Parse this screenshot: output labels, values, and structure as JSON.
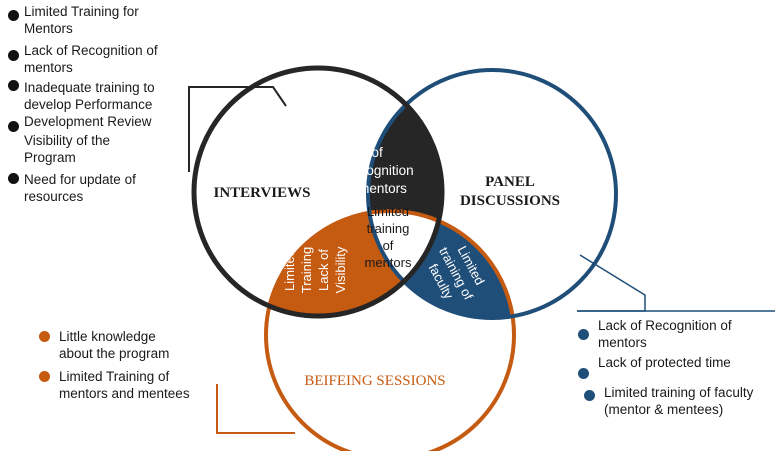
{
  "colors": {
    "interviews": "#262626",
    "panel": "#1f4e79",
    "briefing": "#c55a11",
    "text": "#1a1a1a",
    "white": "#ffffff"
  },
  "circles": {
    "interviews": {
      "label": "INTERVIEWS"
    },
    "panel": {
      "label_line1": "PANEL",
      "label_line2": "DISCUSSIONS"
    },
    "briefing": {
      "label": "BEIFEING SESSIONS"
    }
  },
  "overlaps": {
    "interviews_panel": {
      "line1": "Lack of",
      "line2": "Recognition",
      "line3": "of mentors"
    },
    "center": {
      "line1": "Limited",
      "line2": "training",
      "line3": "of",
      "line4": "mentors"
    },
    "interviews_briefing": {
      "line1": "Limited",
      "line2": "Training",
      "line3": "Lack of",
      "line4": "Visibility"
    },
    "panel_briefing": {
      "line1": "Limited",
      "line2": "training of",
      "line3": "faculty"
    }
  },
  "interviews_list": [
    "Limited Training for\nMentors",
    "Lack of Recognition of\nmentors",
    "Inadequate training to\ndevelop Performance\nDevelopment Review",
    "Visibility of the\nProgram",
    "Need for update of\nresources"
  ],
  "briefing_list": [
    "Little knowledge\nabout the program",
    "Limited Training of\nmentors and mentees"
  ],
  "panel_list": [
    "Lack of Recognition of\nmentors",
    "Lack of protected time",
    "Limited training of faculty\n(mentor & mentees)"
  ]
}
